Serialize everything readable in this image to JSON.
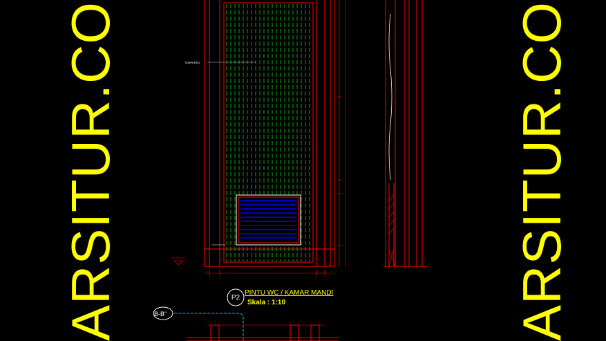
{
  "watermark": "ARSITUR.COM",
  "drawing": {
    "tag": "P2",
    "title": "PINTU WC / KAMAR MANDI",
    "scale": "Skala : 1:10",
    "section": "B-B\"",
    "note": "TEMPERED"
  },
  "colors": {
    "background": "#000000",
    "watermark": "#ffff00",
    "frame": "#ff0000",
    "panel": "#00ff00",
    "louver": "#0000ff",
    "text": "#ffffff"
  }
}
